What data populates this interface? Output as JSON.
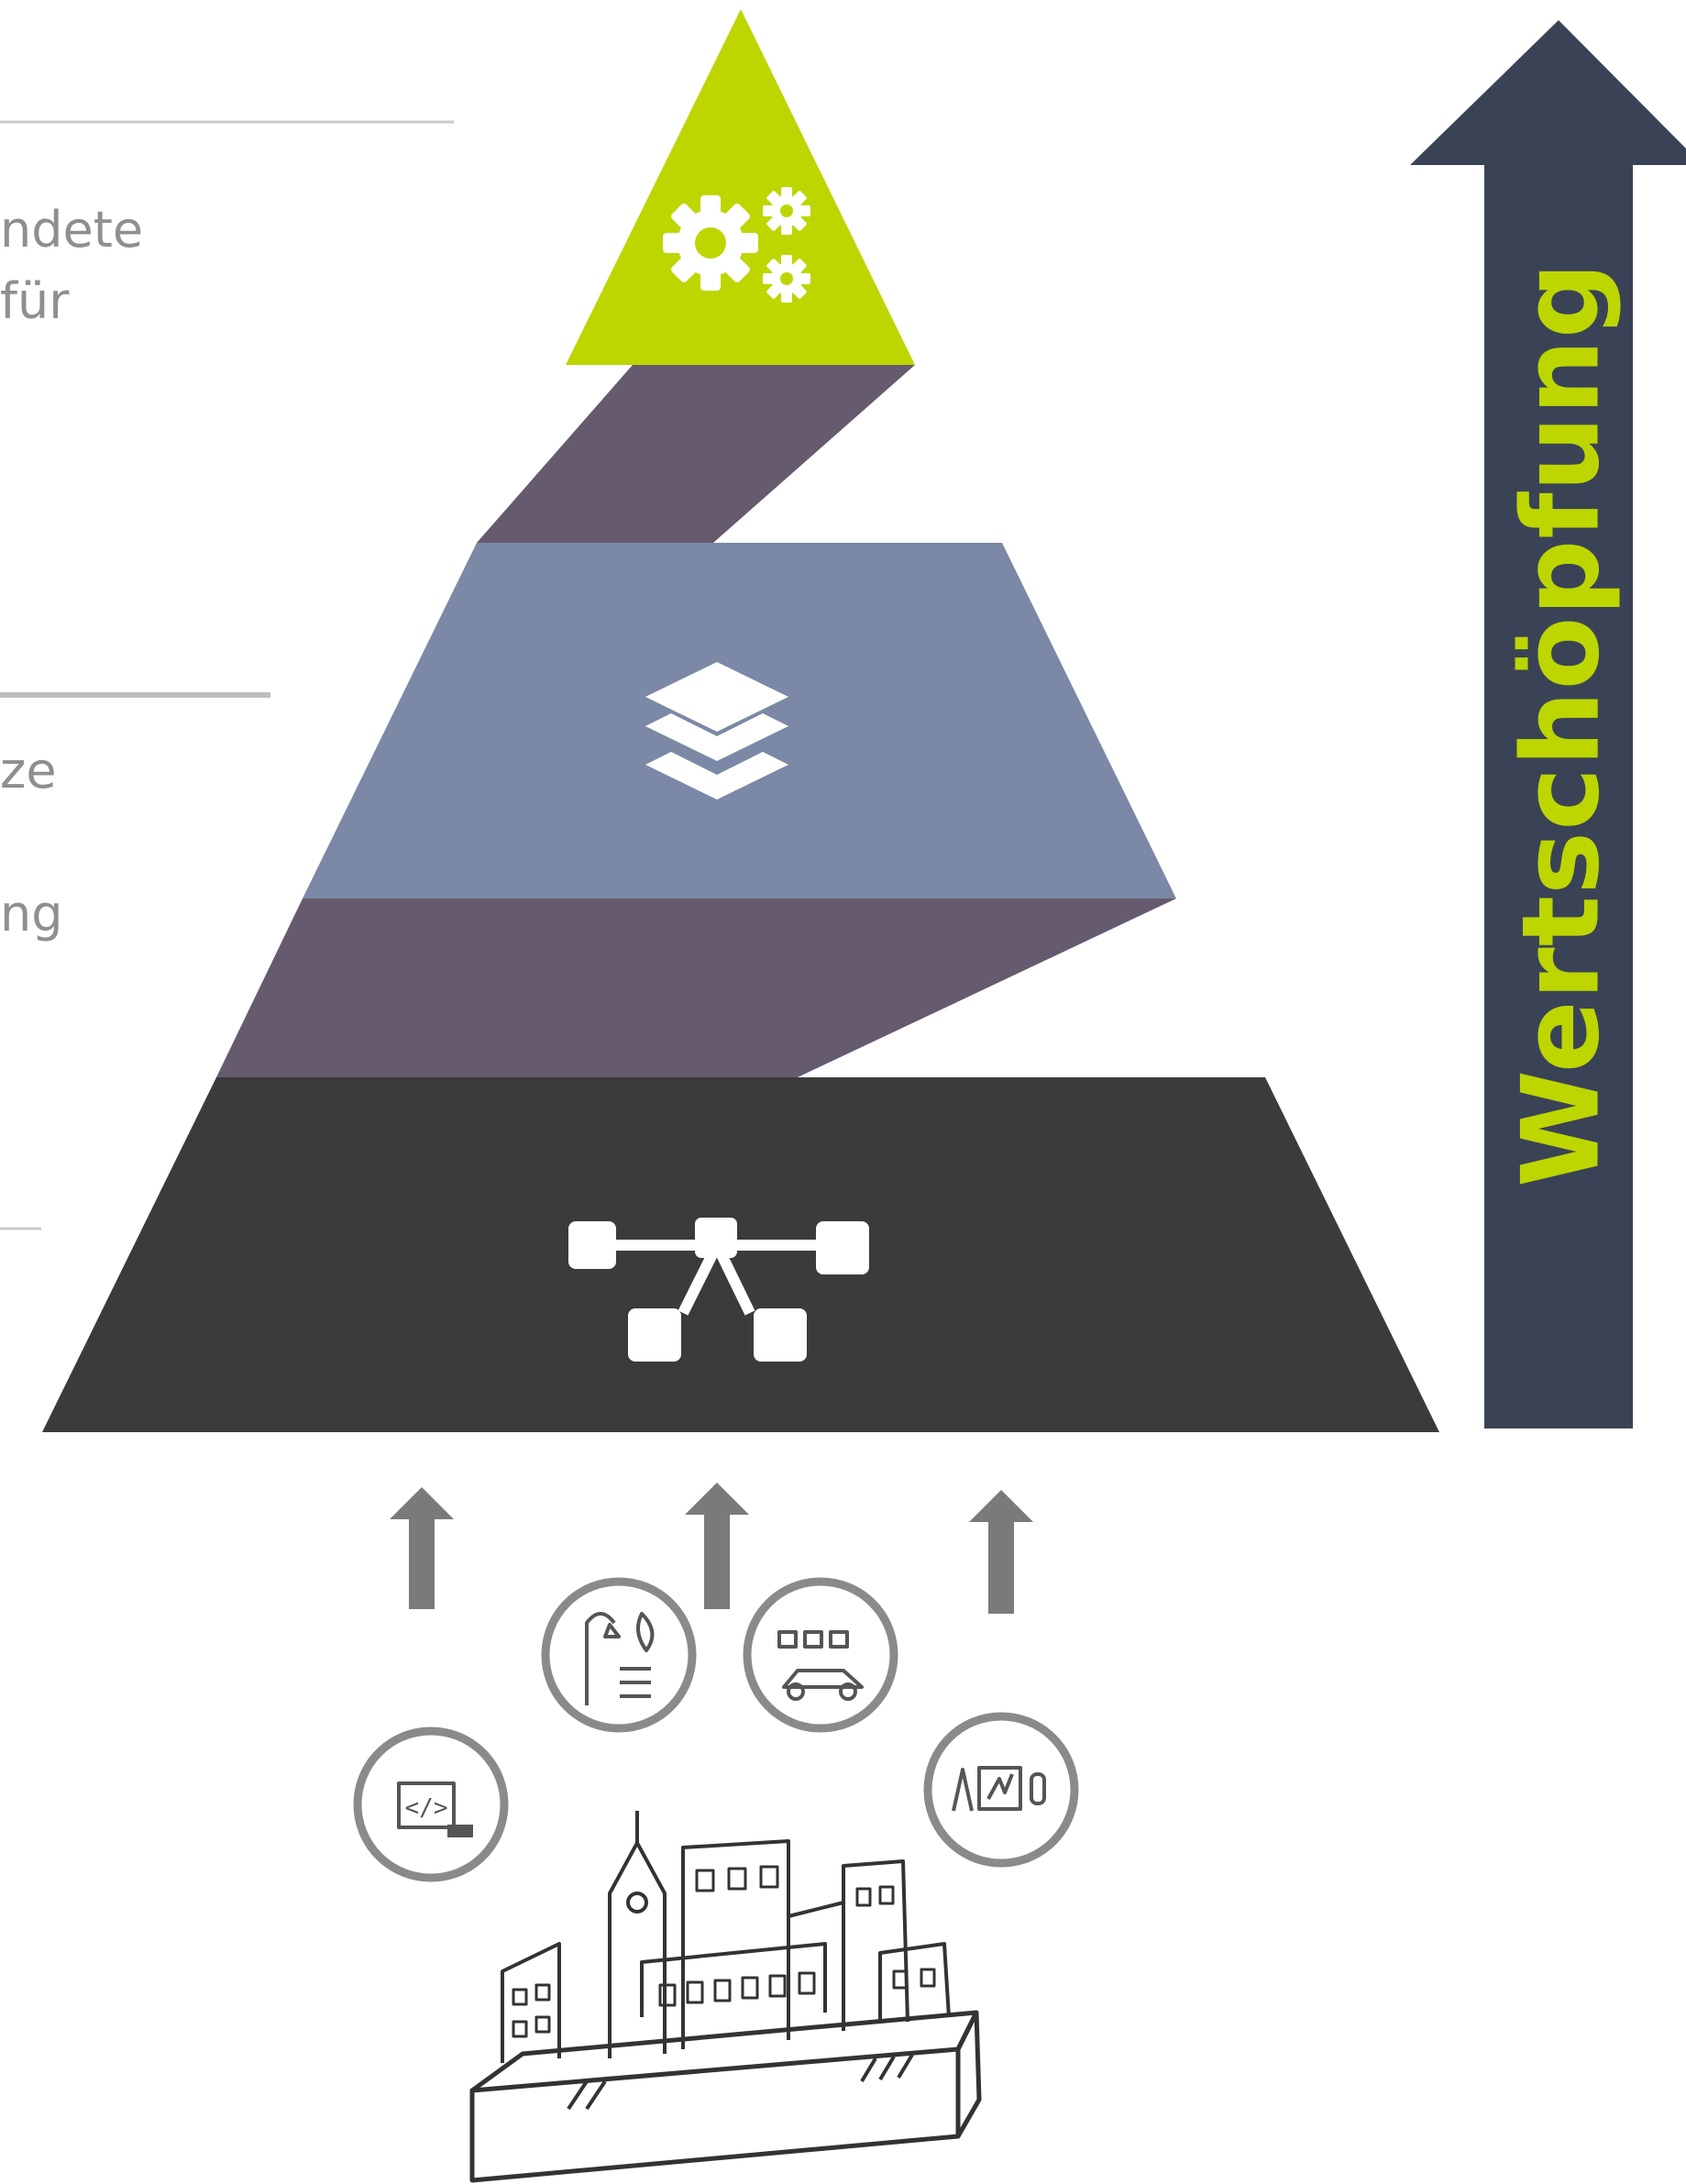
{
  "side_texts": {
    "line1": "ndete",
    "line2": "für",
    "line3": "ze",
    "line4": "ng"
  },
  "arrow_label": "Wertschöpfung",
  "icons": {
    "top": "gears-icon",
    "middle": "layers-icon",
    "bottom": "network-icon",
    "city": "city-sketch-icon"
  },
  "colors": {
    "top_tier": "#bdd600",
    "middle_tier": "#7b88a6",
    "bottom_tier": "#3b3b3b",
    "connector": "#655a6e",
    "value_arrow": "#3a4356",
    "arrow_text": "#bdd600",
    "input_arrows": "#7a7a7a"
  }
}
